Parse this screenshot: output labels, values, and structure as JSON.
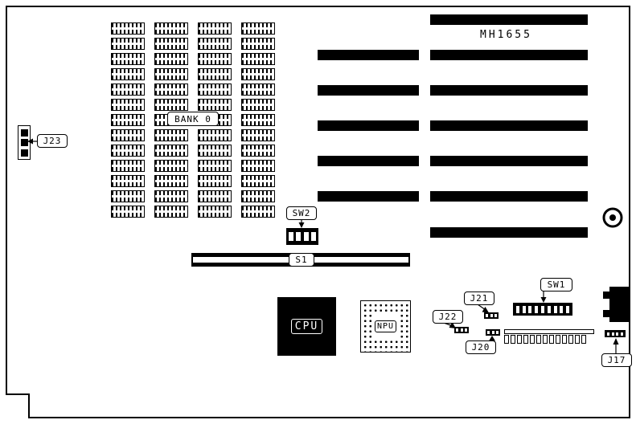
{
  "board": {
    "model": "MH1655"
  },
  "labels": {
    "j23": "J23",
    "bank0": "BANK 0",
    "sw2": "SW2",
    "s1": "S1",
    "cpu": "CPU",
    "npu": "NPU",
    "sw1": "SW1",
    "j21": "J21",
    "j22": "J22",
    "j20": "J20",
    "j17": "J17"
  },
  "memory_bank": {
    "label": "BANK 0",
    "columns": 4,
    "rows": 13
  },
  "expansion_slots": {
    "right_segments": 7,
    "left_segments": 5
  },
  "switches": {
    "sw1_positions": 9,
    "sw2_positions": 4
  },
  "connectors": {
    "j23_pins": 3,
    "j21_pins": 3,
    "j22_pins": 3,
    "j20_pins": 3,
    "j17_pins": 4,
    "header_pin_boxes": 13
  },
  "colors": {
    "ink": "#000000",
    "paper": "#ffffff"
  }
}
